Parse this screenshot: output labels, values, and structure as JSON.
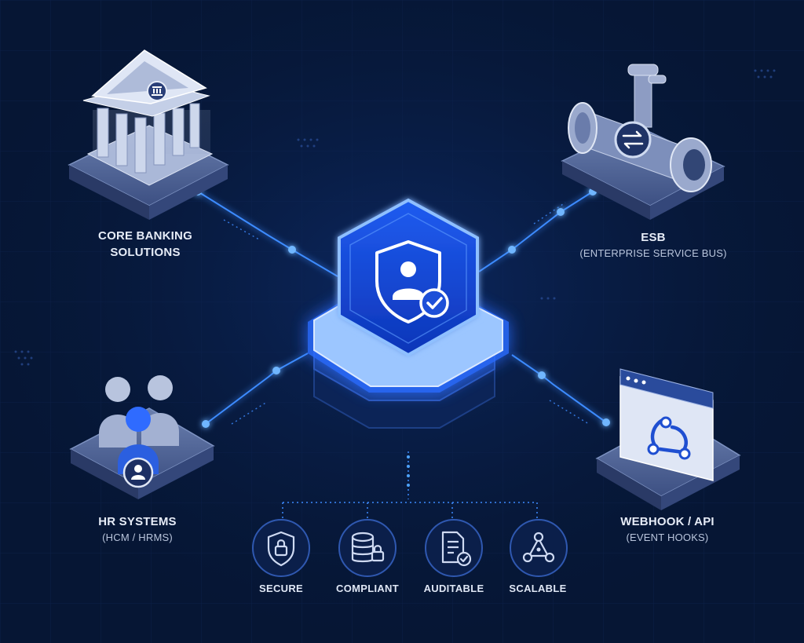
{
  "nodes": {
    "core_banking": {
      "title_line1": "CORE BANKING",
      "title_line2": "SOLUTIONS"
    },
    "esb": {
      "title": "ESB",
      "subtitle": "(ENTERPRISE SERVICE BUS)"
    },
    "hr_systems": {
      "title": "HR SYSTEMS",
      "subtitle": "(HCM / HRMS)"
    },
    "webhook_api": {
      "title": "WEBHOOK / API",
      "subtitle": "(EVENT HOOKS)"
    }
  },
  "features": [
    {
      "label": "SECURE",
      "icon": "lock-shield-icon"
    },
    {
      "label": "COMPLIANT",
      "icon": "database-lock-icon"
    },
    {
      "label": "AUDITABLE",
      "icon": "document-check-icon"
    },
    {
      "label": "SCALABLE",
      "icon": "network-nodes-icon"
    }
  ],
  "hub": {
    "icon": "shield-user-check-icon"
  },
  "colors": {
    "background": "#061634",
    "accent": "#2f6bff",
    "glow": "#4da3ff",
    "platform": "#4b5f8c"
  }
}
